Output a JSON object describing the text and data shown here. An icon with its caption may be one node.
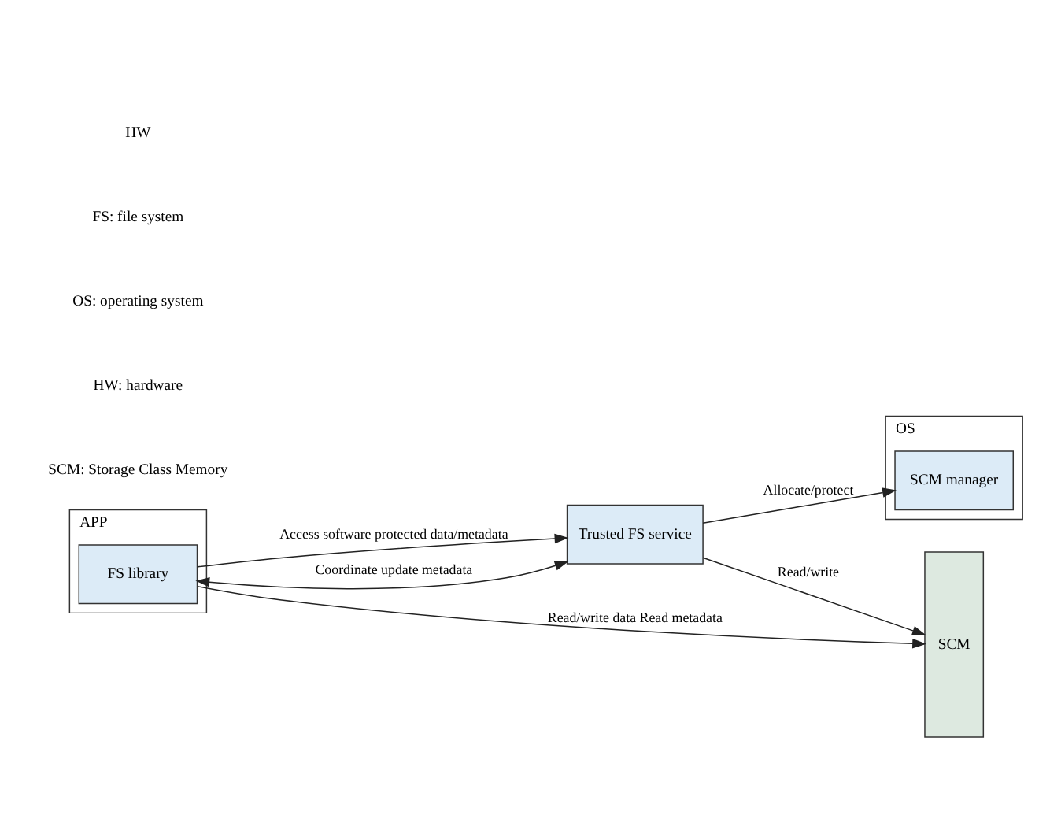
{
  "diagram": {
    "nodes": [
      {
        "text": [
          "APP"
        ]
      },
      {
        "text": [
          "FS library"
        ],
        "in": 0
      },
      {
        "text": [
          "Trusted FS service"
        ]
      },
      {
        "text": [
          "OS"
        ]
      },
      {
        "text": [
          "SCM manager"
        ],
        "in": 3
      },
      {
        "text": [
          "SCM"
        ]
      }
    ],
    "edges": [
      {
        "from": 1,
        "to": 5,
        "arrow": "to",
        "label": "Read/write data Read metadata"
      },
      {
        "from": 1,
        "to": 2,
        "arrow": "to",
        "label": "Access software protected data/metadata"
      },
      {
        "from": 1,
        "to": 2,
        "arrow": "both",
        "label": "Coordinate update metadata"
      },
      {
        "from": 2,
        "to": 4,
        "arrow": "to",
        "label": "Allocate/protect"
      },
      {
        "from": 2,
        "to": 5,
        "arrow": "to",
        "label": "Read/write"
      }
    ],
    "labels": [
      "HW",
      "FS: file system",
      "OS: operating system",
      "HW: hardware",
      "SCM: Storage Class Memory"
    ]
  }
}
